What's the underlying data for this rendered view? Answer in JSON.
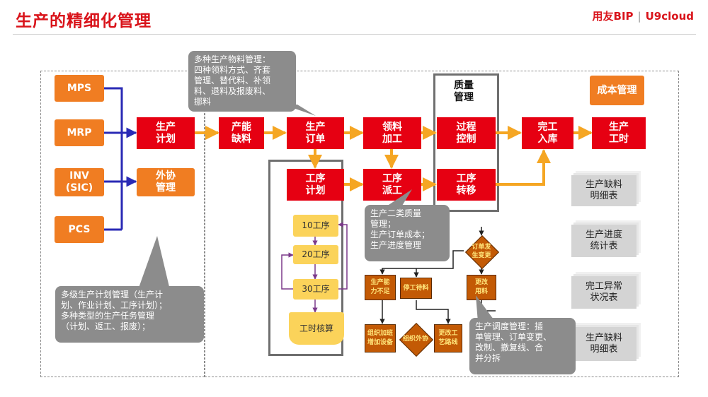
{
  "header": {
    "title": "生产的精细化管理",
    "brand_primary": "用友BIP",
    "brand_secondary": "U9cloud"
  },
  "inputs": [
    "MPS",
    "MRP",
    "INV\n(SIC)",
    "PCS"
  ],
  "nodes": {
    "plan": "生产\n计划",
    "outsourcing": "外协\n管理",
    "capacity": "产能\n缺料",
    "order": "生产\n订单",
    "issue": "领料\n加工",
    "process_ctrl": "过程\n控制",
    "finish_stock": "完工\n入库",
    "labor_hours": "生产\n工时",
    "op_plan": "工序\n计划",
    "op_dispatch": "工序\n派工",
    "op_transfer": "工序\n转移",
    "quality_mgmt": "质量\n管理",
    "cost_mgmt": "成本管理"
  },
  "operations": [
    "10工序",
    "20工序",
    "30工序",
    "工时核算"
  ],
  "exceptions": {
    "order_change": "订单发\n生变更",
    "capacity_short": "生产能\n力不足",
    "stop_wait": "停工待料",
    "change_material": "更改\n用料",
    "add_equipment": "组织加班\n增加设备",
    "outsource": "组织外协",
    "change_route": "更改工\n艺路线"
  },
  "reports": [
    "生产缺料\n明细表",
    "生产进度\n统计表",
    "完工异常\n状况表",
    "生产缺料\n明细表"
  ],
  "callouts": {
    "material": "多种生产物料管理：\n四种领料方式、齐套\n管理、替代料、补领\n料、退料及报废料、\n挪料",
    "plans": "多级生产计划管理（生产计\n划、作业计划、工序计划）；\n多种类型的生产任务管理\n（计划、返工、报废）；",
    "quality": "生产二类质量\n管理；\n生产订单成本；\n生产进度管理",
    "dispatch": "生产调度管理：插\n单管理、订单变更、\n改制、撤复线、合\n并分拆"
  },
  "colors": {
    "brand_red": "#d9141b",
    "node_red": "#e60012",
    "input_orange": "#f07d22",
    "flow_orange": "#f5a623",
    "link_blue": "#2a2ab5",
    "step_yellow": "#fbd35a",
    "callout_gray": "#8c8c8c"
  }
}
